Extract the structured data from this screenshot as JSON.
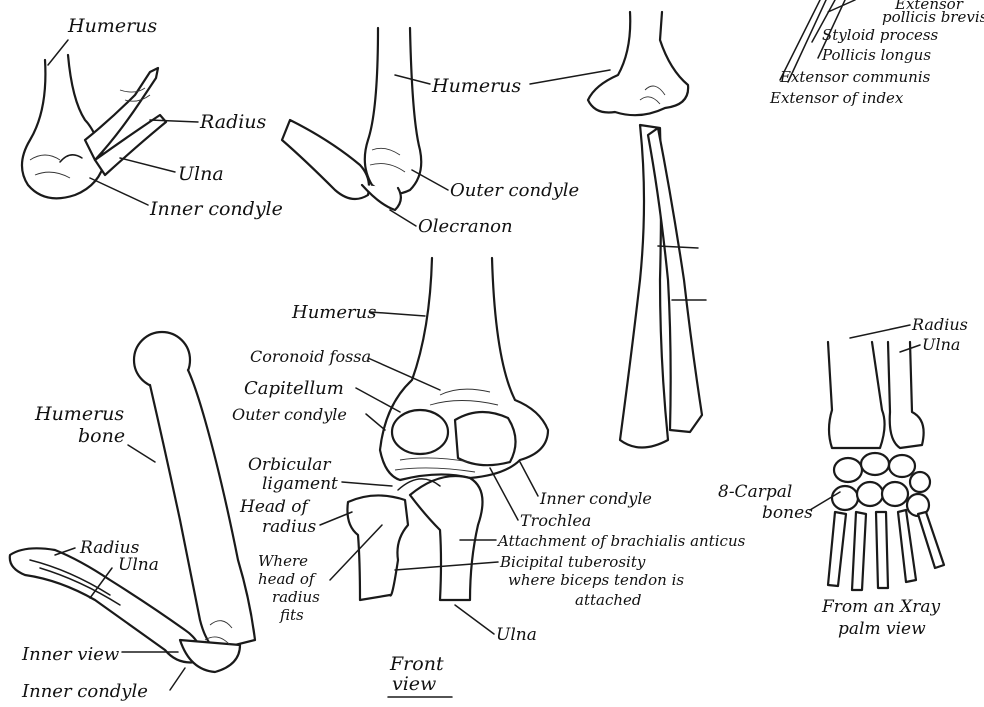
{
  "colors": {
    "ink": "#1a1a1a",
    "paper": "#ffffff"
  },
  "labels": {
    "tl_humerus": "Humerus",
    "tl_radius": "Radius",
    "tl_ulna": "Ulna",
    "tl_inner_condyle": "Inner condyle",
    "tc_humerus": "Humerus",
    "tc_outer_condyle": "Outer condyle",
    "tc_olecranon": "Olecranon",
    "tr_extensor_brevis_1": "Extensor",
    "tr_extensor_brevis_2": "pollicis brevis",
    "tr_styloid": "Styloid process",
    "tr_pollicis_longus": "Pollicis longus",
    "tr_extensor_communis": "Extensor communis",
    "tr_extensor_index": "Extensor of index",
    "rc_radius": "Radius",
    "rc_ulna": "Ulna",
    "bl_humerus_bone_1": "Humerus",
    "bl_humerus_bone_2": "bone",
    "bl_radius": "Radius",
    "bl_ulna": "Ulna",
    "bl_inner_view": "Inner view",
    "bl_inner_condyle": "Inner condyle",
    "c_humerus": "Humerus",
    "c_coronoid_fossa": "Coronoid fossa",
    "c_capitellum": "Capitellum",
    "c_outer_condyle": "Outer condyle",
    "c_orbicular_1": "Orbicular",
    "c_orbicular_2": "ligament",
    "c_head_radius_1": "Head of",
    "c_head_radius_2": "radius",
    "c_where_1": "Where",
    "c_where_2": "head of",
    "c_where_3": "radius",
    "c_where_4": "fits",
    "c_inner_condyle": "Inner condyle",
    "c_trochlea": "Trochlea",
    "c_brachialis": "Attachment of brachialis anticus",
    "c_bicipital_1": "Bicipital tuberosity",
    "c_bicipital_2": "where biceps tendon is",
    "c_bicipital_3": "attached",
    "c_ulna": "Ulna",
    "c_front_1": "Front",
    "c_front_2": "view",
    "br_radius": "Radius",
    "br_ulna": "Ulna",
    "br_carpal_1": "8-Carpal",
    "br_carpal_2": "bones",
    "br_xray_1": "From an Xray",
    "br_xray_2": "palm view"
  }
}
